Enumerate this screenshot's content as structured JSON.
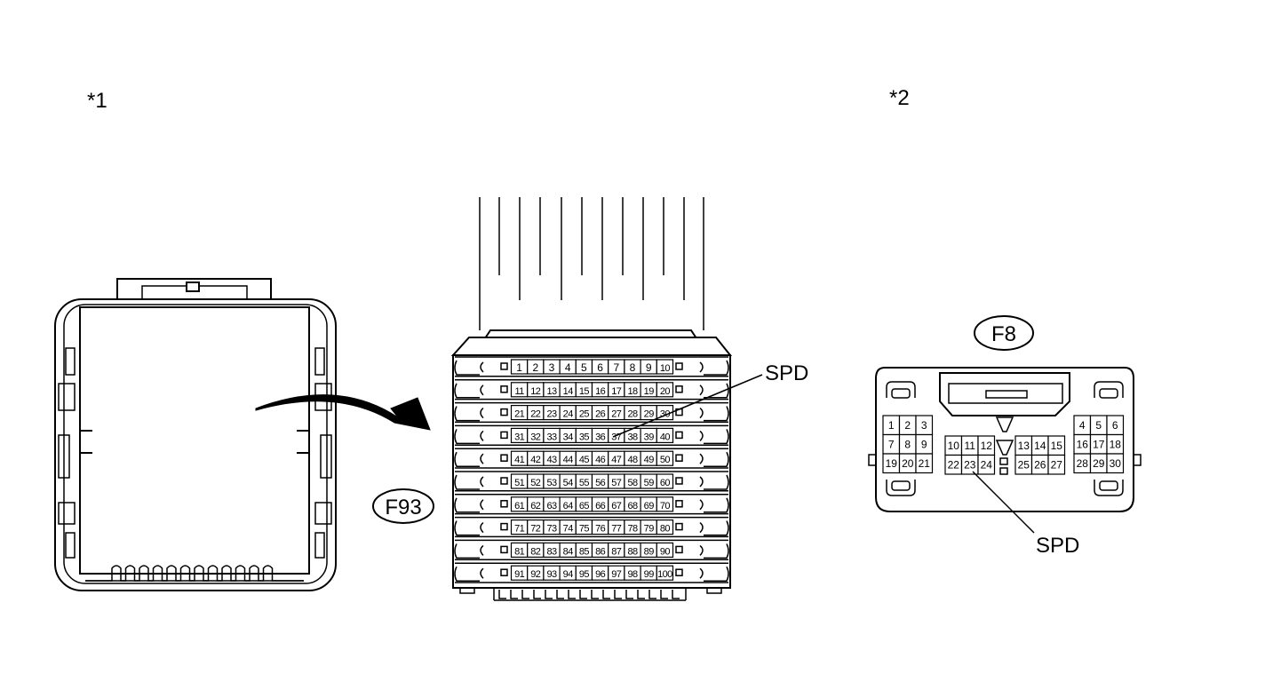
{
  "view_labels": {
    "left": "*1",
    "right": "*2"
  },
  "connector_f93": {
    "tag": "F93",
    "callout": "SPD",
    "highlight_pin": "37",
    "rows": [
      [
        "1",
        "2",
        "3",
        "4",
        "5",
        "6",
        "7",
        "8",
        "9",
        "10"
      ],
      [
        "11",
        "12",
        "13",
        "14",
        "15",
        "16",
        "17",
        "18",
        "19",
        "20"
      ],
      [
        "21",
        "22",
        "23",
        "24",
        "25",
        "26",
        "27",
        "28",
        "29",
        "30"
      ],
      [
        "31",
        "32",
        "33",
        "34",
        "35",
        "36",
        "37",
        "38",
        "39",
        "40"
      ],
      [
        "41",
        "42",
        "43",
        "44",
        "45",
        "46",
        "47",
        "48",
        "49",
        "50"
      ],
      [
        "51",
        "52",
        "53",
        "54",
        "55",
        "56",
        "57",
        "58",
        "59",
        "60"
      ],
      [
        "61",
        "62",
        "63",
        "64",
        "65",
        "66",
        "67",
        "68",
        "69",
        "70"
      ],
      [
        "71",
        "72",
        "73",
        "74",
        "75",
        "76",
        "77",
        "78",
        "79",
        "80"
      ],
      [
        "81",
        "82",
        "83",
        "84",
        "85",
        "86",
        "87",
        "88",
        "89",
        "90"
      ],
      [
        "91",
        "92",
        "93",
        "94",
        "95",
        "96",
        "97",
        "98",
        "99",
        "100"
      ]
    ]
  },
  "connector_f8": {
    "tag": "F8",
    "callout": "SPD",
    "highlight_pin": "23",
    "groups": [
      [
        [
          "1",
          "2",
          "3"
        ],
        [
          "7",
          "8",
          "9"
        ],
        [
          "19",
          "20",
          "21"
        ]
      ],
      [
        [
          "10",
          "11",
          "12"
        ],
        [
          "22",
          "23",
          "24"
        ]
      ],
      [
        [
          "13",
          "14",
          "15"
        ],
        [
          "25",
          "26",
          "27"
        ]
      ],
      [
        [
          "4",
          "5",
          "6"
        ],
        [
          "16",
          "17",
          "18"
        ],
        [
          "28",
          "29",
          "30"
        ]
      ]
    ]
  }
}
